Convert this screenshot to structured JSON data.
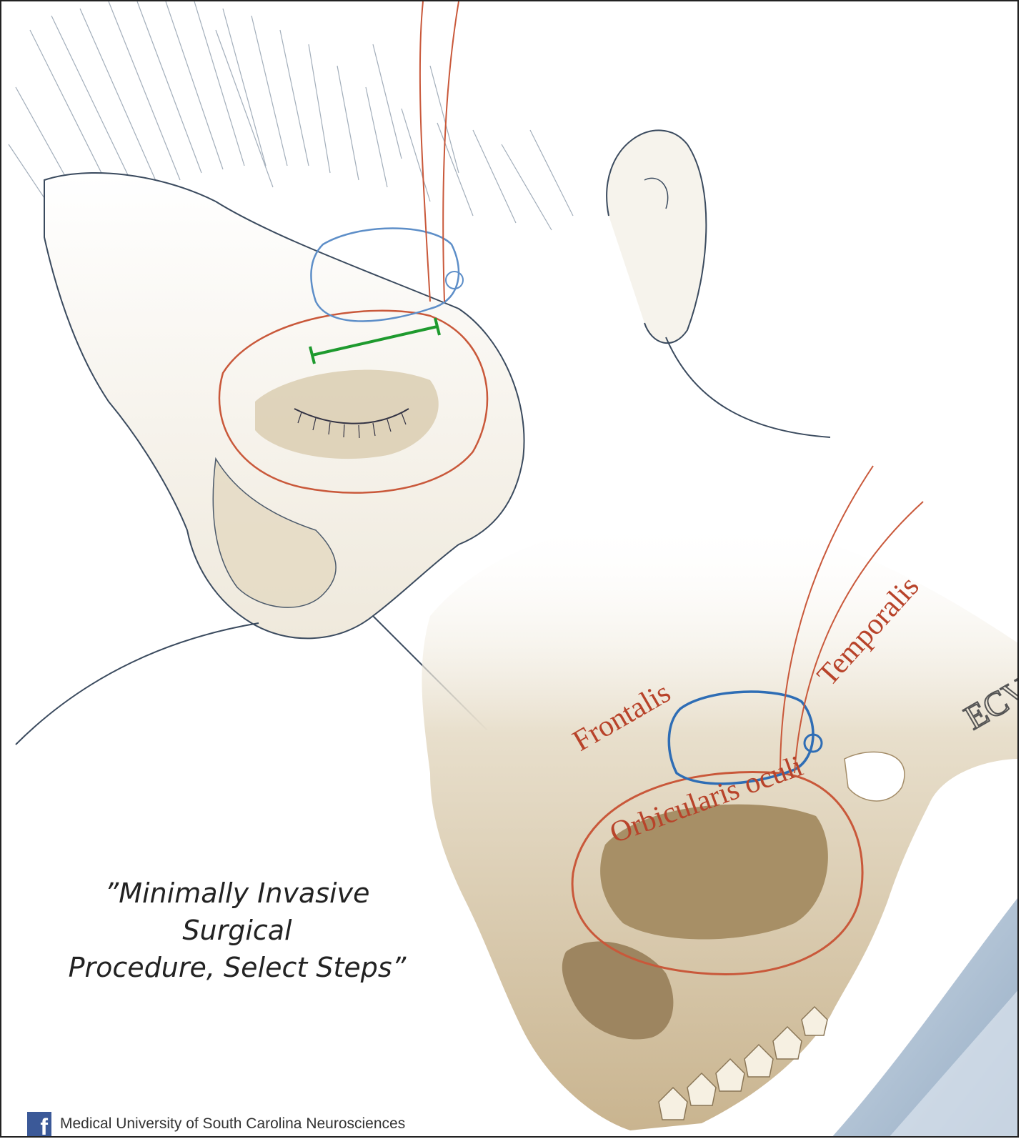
{
  "caption": {
    "line1": "”Minimally Invasive Surgical",
    "line2": "Procedure, Select Steps”"
  },
  "labels": {
    "frontalis": "Frontalis",
    "temporalis": "Temporalis",
    "orbicularis": "Orbicularis oculi",
    "signature": "ECV"
  },
  "footer": {
    "icon": "facebook-icon",
    "text": "Medical University of South Carolina Neurosciences"
  },
  "colors": {
    "muscle_line": "#c9583a",
    "supraorbital_line": "#2e6db5",
    "incision": "#1e9a2e",
    "bone": "#d8cbb0",
    "outline": "#3a4a5e"
  }
}
